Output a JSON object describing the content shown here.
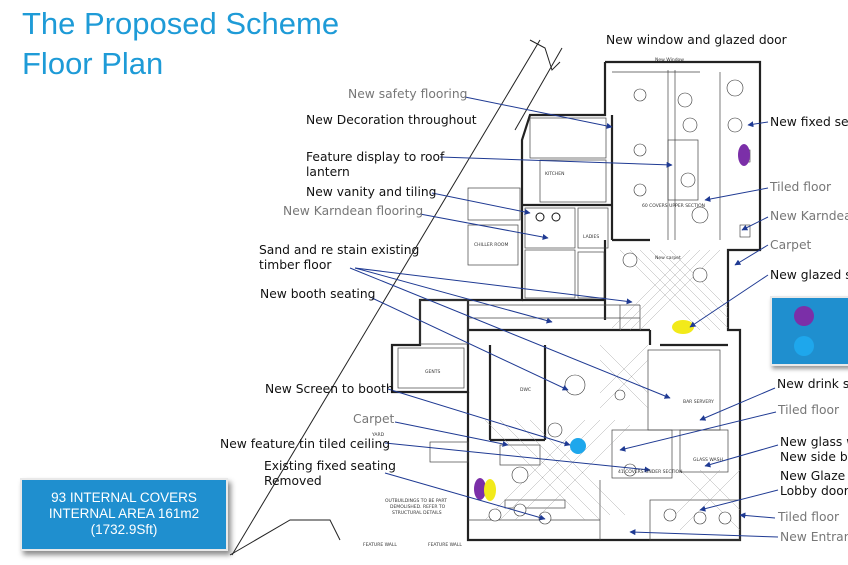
{
  "title_line1": "The Proposed Scheme",
  "title_line2": "Floor Plan",
  "labels": {
    "new_window": "New window and glazed door",
    "safety_flooring": "New safety flooring",
    "decoration": "New Decoration throughout",
    "feature_display_1": "Feature display to roof",
    "feature_display_2": "lantern",
    "vanity": "New vanity and tiling",
    "karndean_flooring": "New Karndean flooring",
    "sand_restain_1": "Sand and re stain existing",
    "sand_restain_2": "timber floor",
    "booth_seating": "New booth seating",
    "screen_booth": "New Screen to booth",
    "carpet_left": "Carpet",
    "feature_tin": "New feature tin tiled ceiling",
    "existing_fixed_1": "Existing fixed seating",
    "existing_fixed_2": "Removed",
    "fixed_seat": "New fixed sea",
    "tiled_floor_top": "Tiled floor",
    "karndean_right": "New Karndea",
    "carpet_right": "Carpet",
    "glazed_s": "New glazed s",
    "drink_s": "New drink s",
    "tiled_floor_mid": "Tiled floor",
    "glass_w": "New glass w",
    "side_ba": "New side ba",
    "glazed_lobby_1": "New  Glaze",
    "glazed_lobby_2": "Lobby door",
    "tiled_floor_bottom": "Tiled floor",
    "new_entrance": "New Entran"
  },
  "covers_box": {
    "line1": "93 INTERNAL COVERS",
    "line2": "INTERNAL AREA 161m2",
    "line3": "(1732.9Sft)"
  },
  "plan_text": {
    "kitchen": "KITCHEN",
    "ladies": "LADIES",
    "gents": "GENTS",
    "chiller": "CHILLER ROOM",
    "dwc": "DWC",
    "bar_servery": "BAR SERVERY",
    "glass_wash": "GLASS WASH",
    "upper_covers": "60 COVERS UPPER SECTION",
    "under_covers": "41 COVERS UNDER SECTION",
    "demolished_1": "OUTBUILDINGS TO BE PART",
    "demolished_2": "DEMOLISHED. REFER TO",
    "demolished_3": "STRUCTURAL DETAILS",
    "feature_wall_1": "FEATURE WALL",
    "feature_wall_2": "FEATURE WALL",
    "yard": "YARD",
    "new_carpet": "New carpet",
    "new_window_small": "New Window"
  },
  "colors": {
    "title": "#1e9bd7",
    "box": "#1f8fcf",
    "purple": "#7b2fa8",
    "blue": "#1ea7ec",
    "yellow": "#f2ea1a",
    "arrow": "#1f3a93"
  }
}
